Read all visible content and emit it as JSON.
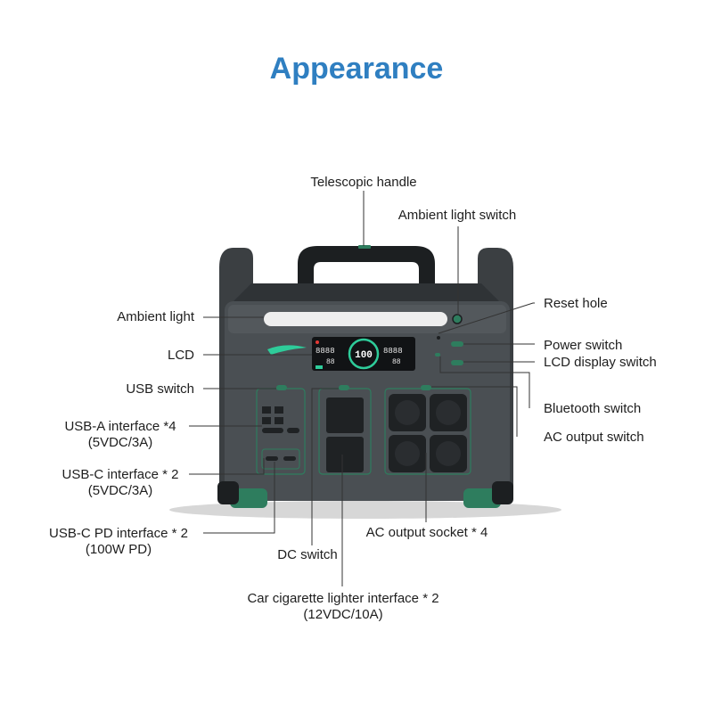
{
  "title": "Appearance",
  "labels": {
    "telescopic_handle": "Telescopic handle",
    "ambient_light_switch": "Ambient light switch",
    "reset_hole": "Reset hole",
    "ambient_light": "Ambient light",
    "power_switch": "Power switch",
    "lcd": "LCD",
    "lcd_display_switch": "LCD display switch",
    "usb_switch": "USB switch",
    "bluetooth_switch": "Bluetooth switch",
    "usb_a_interface": "USB-A interface *4",
    "usb_a_spec": "(5VDC/3A)",
    "ac_output_switch": "AC output switch",
    "usb_c_interface": "USB-C interface * 2",
    "usb_c_spec": "(5VDC/3A)",
    "usb_c_pd_interface": "USB-C PD interface * 2",
    "usb_c_pd_spec": "(100W PD)",
    "ac_output_socket": "AC output socket * 4",
    "dc_switch": "DC switch",
    "car_lighter_interface": "Car cigarette lighter interface * 2",
    "car_lighter_spec": "(12VDC/10A)"
  },
  "lcd_screen": {
    "percent": "100",
    "left_top": "8888",
    "left_bottom": "88",
    "right_top": "8888",
    "right_bottom": "88"
  },
  "colors": {
    "title": "#2f7fc1",
    "body": "#4a4f53",
    "accent_green": "#2e7d5e",
    "lcd_green": "#2ecc9a"
  }
}
